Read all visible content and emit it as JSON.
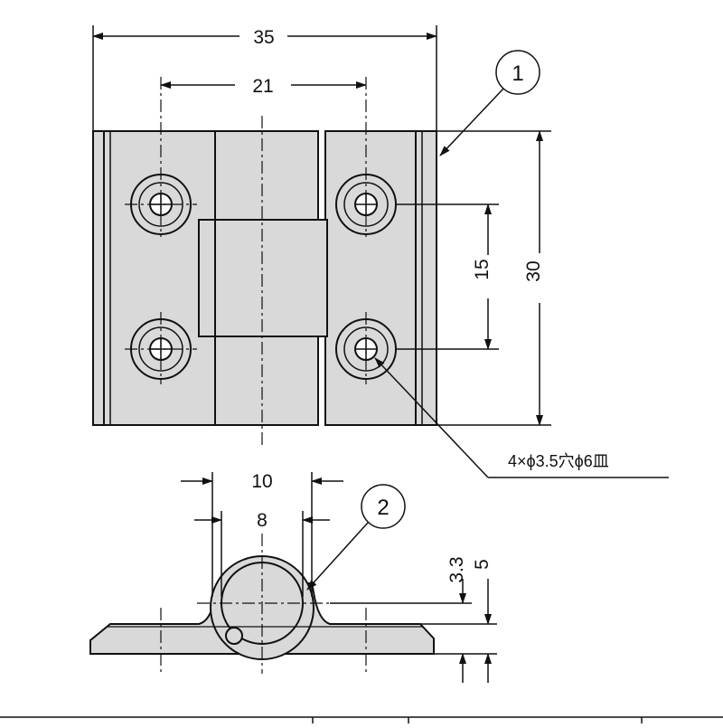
{
  "dimensions": {
    "overall_width": "35",
    "hole_spacing_horizontal": "21",
    "hole_spacing_vertical": "15",
    "overall_height": "30",
    "knuckle_diameter": "10",
    "pin_diameter": "8",
    "pin_center_height": "3.3",
    "leaf_height": "5"
  },
  "callouts": {
    "part_1": "1",
    "part_2": "2"
  },
  "notes": {
    "hole_spec": "4×ϕ3.5穴ϕ6皿"
  },
  "colors": {
    "part_fill": "#d9d9d9",
    "line": "#111111",
    "background": "#ffffff"
  }
}
